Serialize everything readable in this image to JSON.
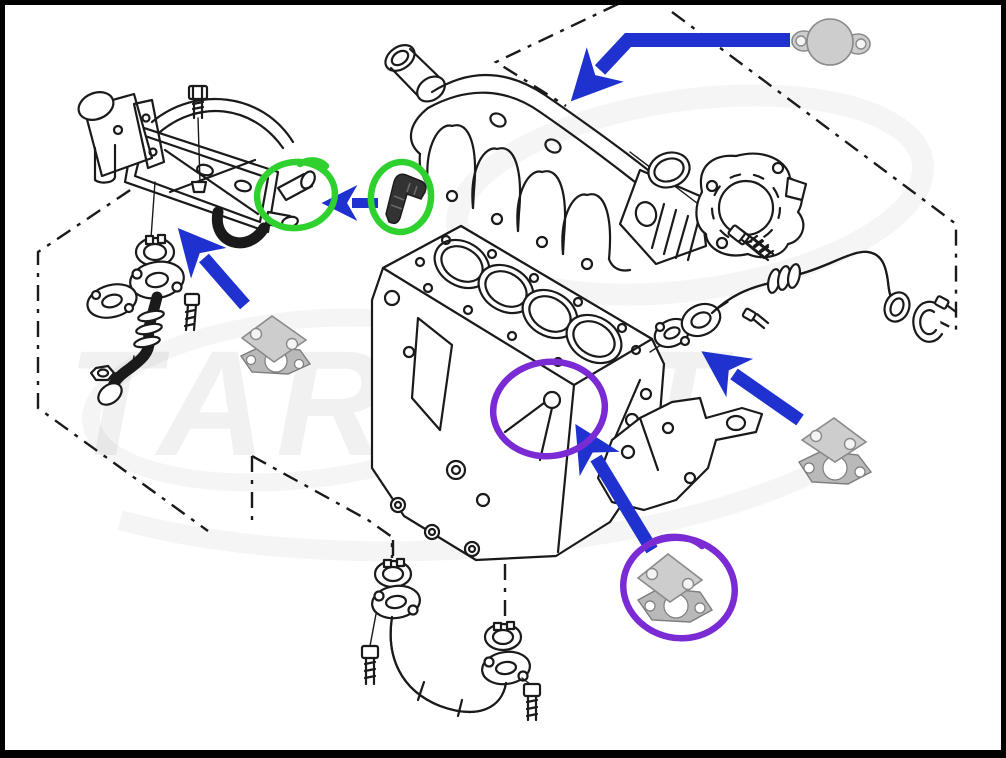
{
  "title": "engine-egr-delete-exploded-parts-diagram",
  "watermark": {
    "text": "TARGET"
  },
  "colors": {
    "line": "#1a1a1a",
    "arrow_blue": "#1f32cf",
    "green": "#2fd12f",
    "purple": "#7a2bd4",
    "plate_fill": "#cdcdcd",
    "plate_edge": "#8a8a8a",
    "gasket_fill": "#b9b9b9",
    "gasket_edge": "#7d7d7d",
    "elbow_fill": "#333333",
    "background": "#ffffff",
    "watermark": "rgba(0,0,0,0.055)"
  },
  "parts": [
    {
      "name": "intake-manifold",
      "location": "top-center"
    },
    {
      "name": "coolant-outlet-neck",
      "location": "top of intake manifold"
    },
    {
      "name": "egr-cooler",
      "location": "top-left"
    },
    {
      "name": "egr-cooler-vacuum-actuator",
      "location": "left end of EGR cooler"
    },
    {
      "name": "egr-cooler-mounting-bolt",
      "location": "above EGR cooler"
    },
    {
      "name": "coolant-hose-stubs",
      "location": "right end of EGR cooler, green-circled"
    },
    {
      "name": "coolant-elbow-fitting",
      "location": "green-circled black rubber elbow"
    },
    {
      "name": "egr-downpipe-assembly",
      "location": "left, with clamp, flange, gasket, bolt and nut"
    },
    {
      "name": "engine-block",
      "location": "center"
    },
    {
      "name": "head-gasket-with-cylinder-bores",
      "location": "top face of engine block"
    },
    {
      "name": "o-ring",
      "location": "right of intake manifold"
    },
    {
      "name": "egr-anti-shudder-valve",
      "location": "top-right of manifold, with bolt"
    },
    {
      "name": "egr-supply-pipe",
      "location": "right, with flex bellows, flange, gasket, clamp and bolts"
    },
    {
      "name": "engine-mount-bracket",
      "location": "lower right of engine block"
    },
    {
      "name": "coolant-u-pipe-assembly",
      "location": "bottom, with two clamps, two flanges and two bolts"
    },
    {
      "name": "blockoff-plate-round",
      "location": "top-right corner, round plate with two ear holes"
    },
    {
      "name": "blockoff-plate-left",
      "location": "center-left, diamond plate over gasket"
    },
    {
      "name": "blockoff-plate-right",
      "location": "center-right, diamond plate over gasket"
    },
    {
      "name": "blockoff-plate-egr",
      "location": "bottom-center-right, purple-circled diamond plate over gasket"
    }
  ],
  "annotations": {
    "arrows": [
      {
        "id": "arrow-to-intake-manifold",
        "color": "blue",
        "from": "blockoff-plate-round",
        "points_to": "intake-manifold"
      },
      {
        "id": "arrow-to-cooler-hose-stub",
        "color": "blue",
        "from": "coolant-elbow-fitting",
        "points_to": "coolant-hose-stubs"
      },
      {
        "id": "arrow-to-downpipe-flange",
        "color": "blue",
        "from": "blockoff-plate-left",
        "points_to": "egr-downpipe-flange"
      },
      {
        "id": "arrow-to-supply-pipe-flange",
        "color": "blue",
        "from": "blockoff-plate-right",
        "points_to": "egr-supply-pipe-flange"
      },
      {
        "id": "arrow-to-block-boss",
        "color": "blue",
        "from": "blockoff-plate-egr",
        "points_to": "engine-block-egr-boss"
      }
    ],
    "circles": [
      {
        "id": "circle-hose-stubs",
        "color": "green",
        "around": "coolant-hose-stubs"
      },
      {
        "id": "circle-elbow-fitting",
        "color": "green",
        "around": "coolant-elbow-fitting"
      },
      {
        "id": "circle-block-boss",
        "color": "purple",
        "around": "engine-block-egr-boss"
      },
      {
        "id": "circle-egr-blockoff-plate",
        "color": "purple",
        "around": "blockoff-plate-egr"
      }
    ]
  }
}
